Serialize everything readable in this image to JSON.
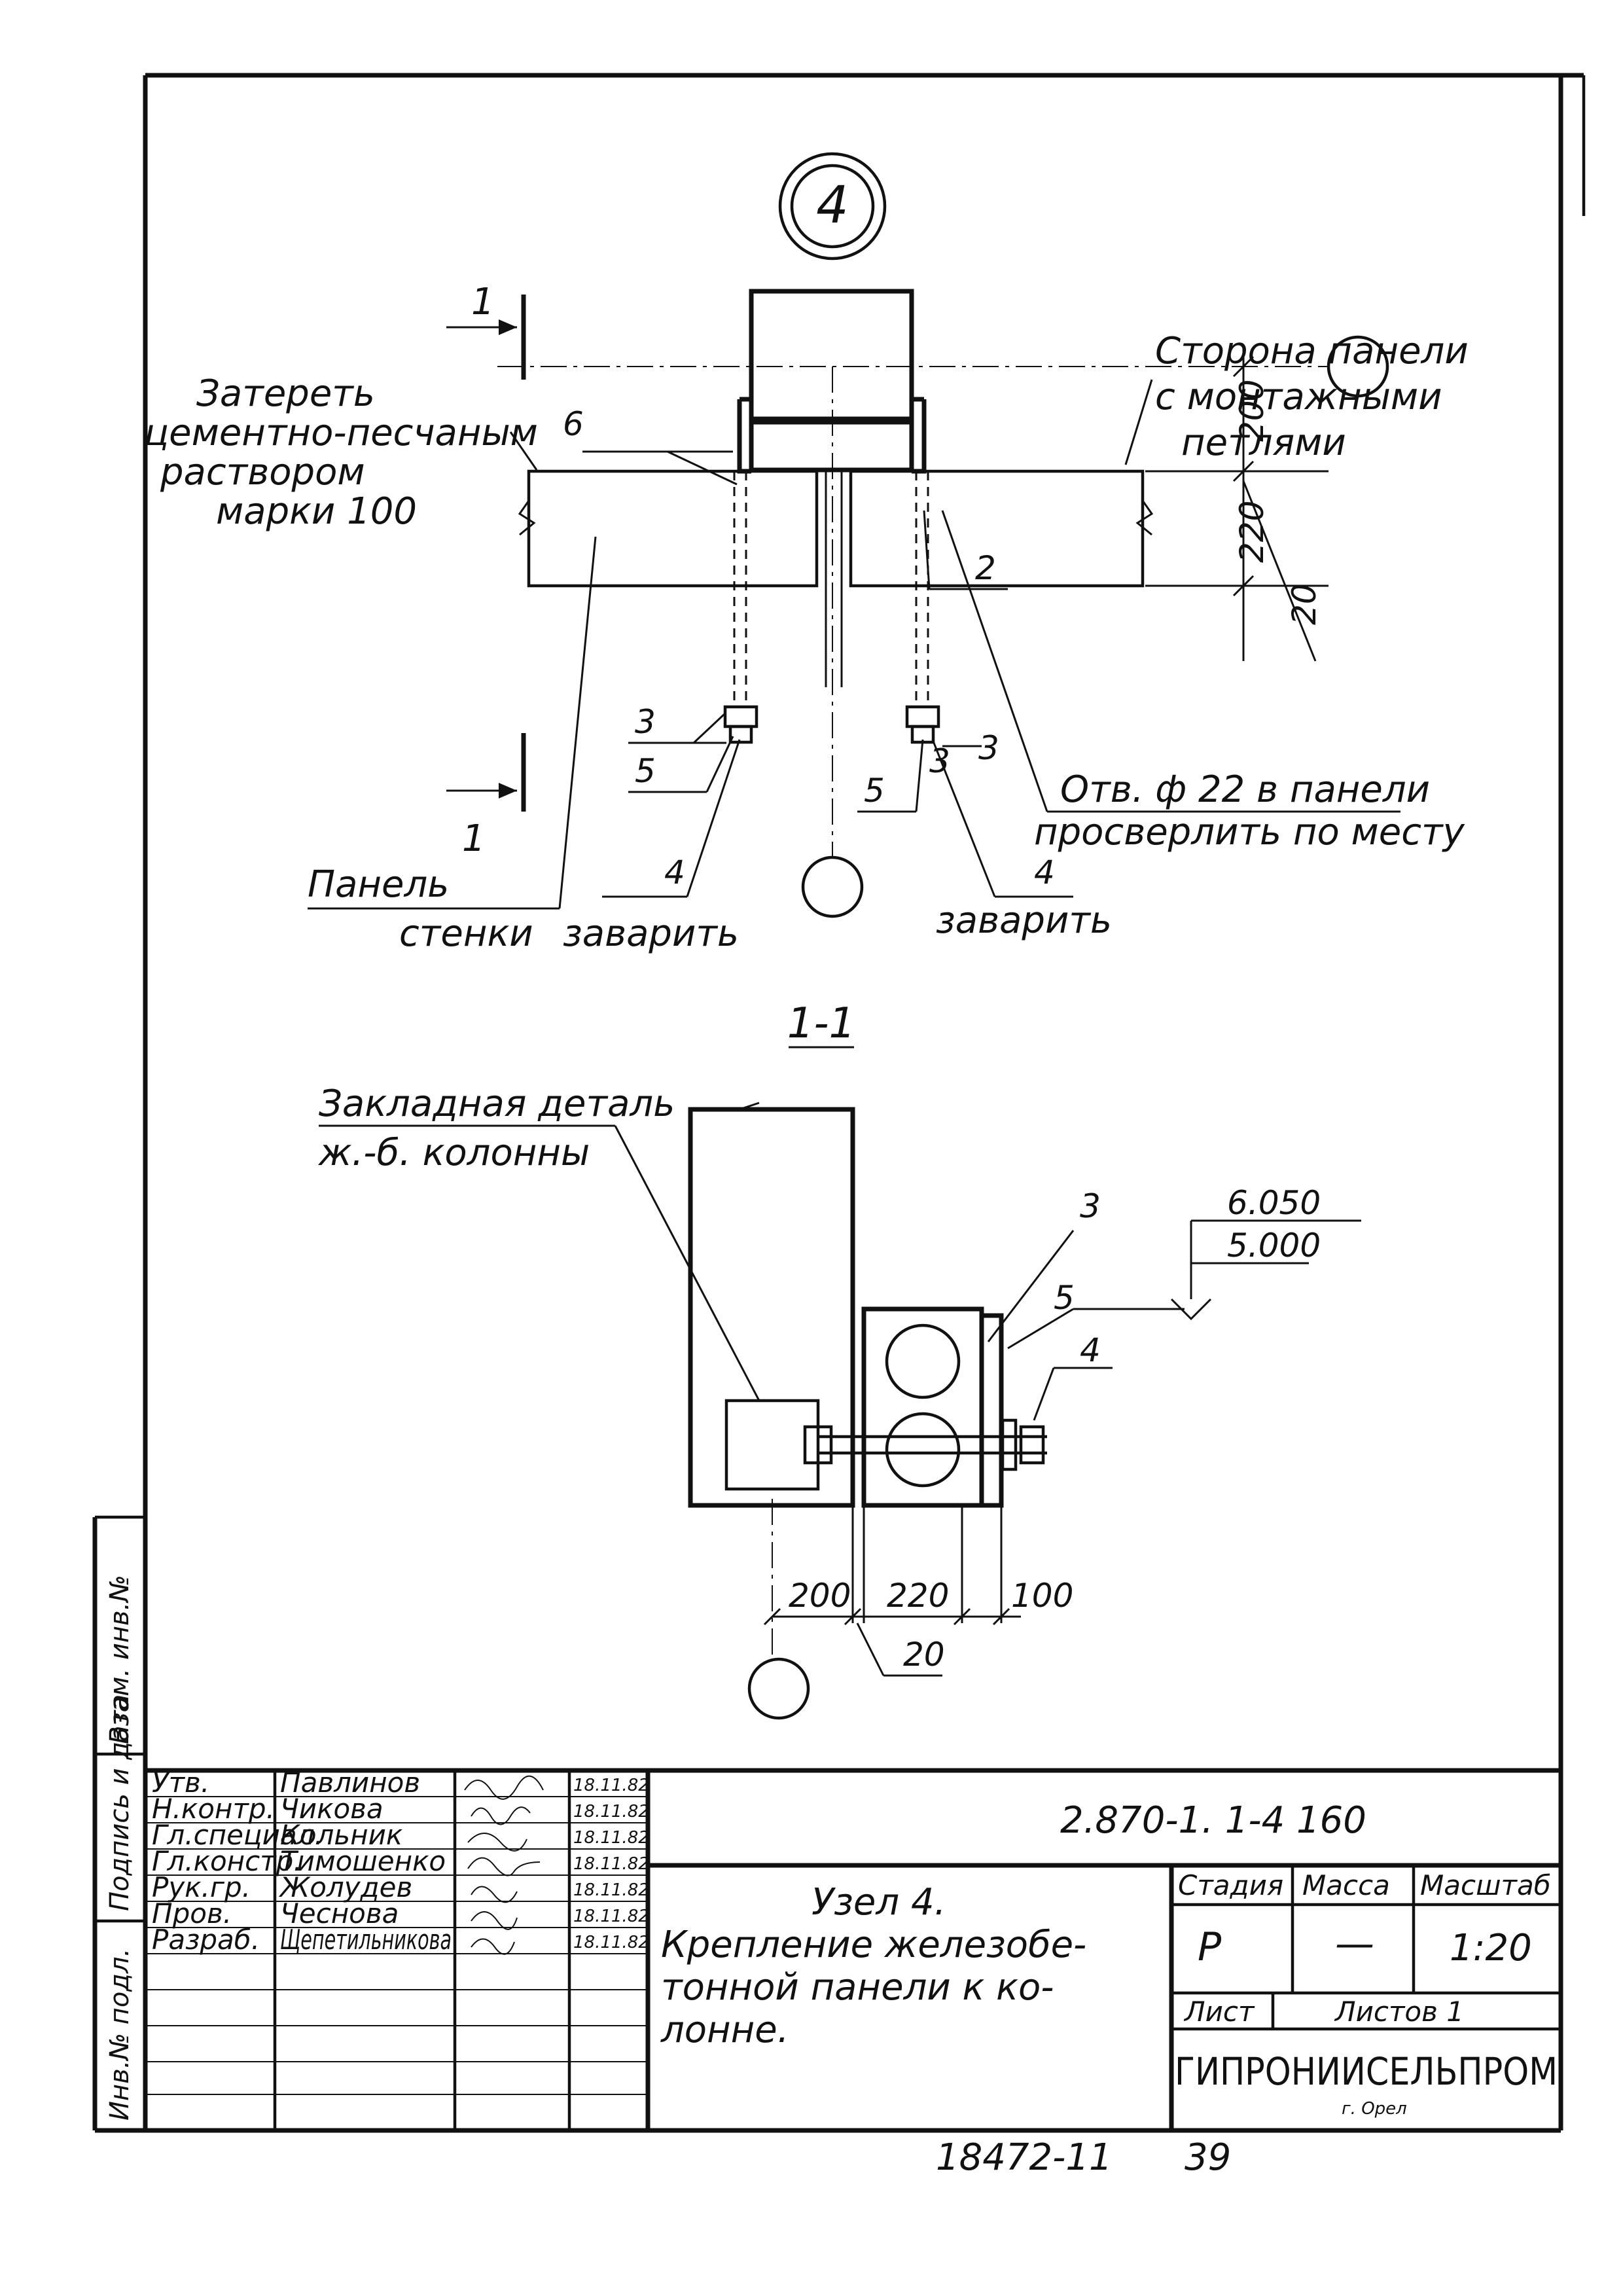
{
  "node_marker": "4",
  "main_view": {
    "section_mark": "1",
    "labels": {
      "panel_side": [
        "Сторона панели",
        "с монтажными",
        "петлями"
      ],
      "rub": [
        "Затереть",
        "цементно-песчаным",
        "раствором",
        "марки 100"
      ],
      "panel": [
        "Панель",
        "стенки"
      ],
      "hole": [
        "Отв. ф 22 в панели",
        "просверлить по месту"
      ],
      "weld": "заварить"
    },
    "pos_numbers": {
      "p6": "6",
      "p2": "2",
      "p3": "3",
      "p5": "5",
      "p4": "4"
    },
    "dimensions": {
      "d200": "200",
      "d220": "220",
      "d20": "20"
    }
  },
  "section_view": {
    "title": "1-1",
    "embed_label": [
      "Закладная деталь",
      "ж.-б. колонны"
    ],
    "levels": {
      "upper": "6.050",
      "lower": "5.000"
    },
    "pos_numbers": {
      "p3": "3",
      "p5": "5",
      "p4": "4"
    },
    "dimensions": {
      "d200": "200",
      "d220": "220",
      "d100": "100",
      "d20": "20"
    }
  },
  "left_strip": [
    "Инв.№ подл.",
    "Подпись и дата",
    "Взам. инв.№"
  ],
  "title_block": {
    "roles": [
      "Утв.",
      "Н.контр.",
      "Гл.специал.",
      "Гл.констр.",
      "Рук.гр.",
      "Пров.",
      "Разраб."
    ],
    "names": [
      "Павлинов",
      "Чикова",
      "Кольник",
      "Тимошенко",
      "Жолудев",
      "Чеснова",
      "Щепетильникова"
    ],
    "dates": [
      "18.11.82",
      "18.11.82",
      "18.11.82",
      "18.11.82",
      "18.11.82",
      "18.11.82",
      "18.11.82"
    ],
    "doc_code": "2.870-1. 1-4 160",
    "title_line1": "Узел 4.",
    "title_rest": [
      "Крепление железобе-",
      "тонной панели к ко-",
      "лонне."
    ],
    "stage_header": "Стадия",
    "mass_header": "Масса",
    "scale_header": "Масштаб",
    "stage": "Р",
    "mass": "—",
    "scale": "1:20",
    "sheet_label": "Лист",
    "sheets_label": "Листов 1",
    "org": "ГИПРОНИИСЕЛЬПРОМ",
    "city": "г. Орел"
  },
  "footer": {
    "archive_no": "18472-11",
    "page_no": "39"
  }
}
